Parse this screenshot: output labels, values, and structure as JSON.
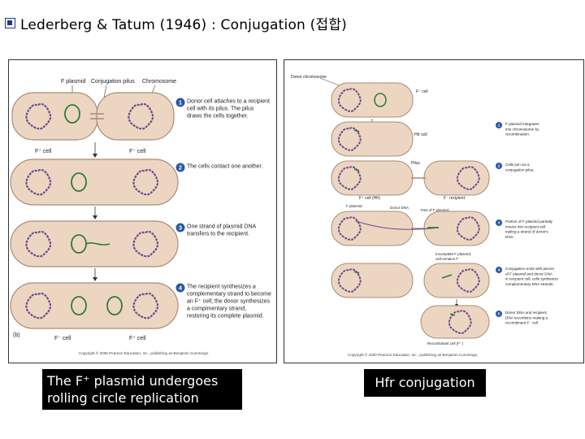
{
  "header": {
    "title": "Lederberg & Tatum (1946) : Conjugation (접합)"
  },
  "left_panel": {
    "top_labels": {
      "f_plasmid": "F plasmid",
      "pilus": "Conjugation pilus",
      "chromosome": "Chromosome"
    },
    "cell_labels": {
      "f_plus": "F⁺ cell",
      "f_minus": "F⁻ cell"
    },
    "steps": [
      {
        "num": "1",
        "lines": [
          "Donor cell attaches to a recipient",
          "cell with its pilus. The pilus",
          "draws the cells together."
        ]
      },
      {
        "num": "2",
        "lines": [
          "The cells contact one another."
        ]
      },
      {
        "num": "3",
        "lines": [
          "One strand of plasmid DNA",
          "transfers to the recipient."
        ]
      },
      {
        "num": "4",
        "lines": [
          "The recipient synthesizes a",
          "complementary strand to become",
          "an F⁺ cell; the donor synthesizes",
          "a compimentary strand,",
          "restoring its complete plasmid."
        ]
      }
    ],
    "panel_letter": "(b)",
    "bottom_labels": {
      "left": "F⁻ cell",
      "right": "F⁺ cell"
    },
    "copyright": "Copyright © 2006 Pearson Education, Inc., publishing as Benjamin Cummings."
  },
  "right_panel": {
    "labels": {
      "donor_chromosome": "Donor chromosome",
      "f_plus_cell": "F⁺ cell",
      "hfr_cell": "Hfr cell",
      "pilus": "Pilus",
      "f_plus_hfr": "F⁺ cell (Hfr)",
      "f_recipient": "F⁻ recipient",
      "f_plasmid": "F plasmid",
      "donor_dna": "Donor DNA",
      "part_of_f_plasmid": "Part of F plasmid",
      "incomplete_line1": "Incomplete F plasmid;",
      "incomplete_line2": "cell remains F⁻",
      "recombinant": "Recombinant cell (F⁻)"
    },
    "steps": [
      {
        "num": "1",
        "lines": [
          "F plasmid integrates",
          "into chromosome by",
          "recombination."
        ]
      },
      {
        "num": "2",
        "lines": [
          "Cells join via a",
          "conjugation pilus."
        ]
      },
      {
        "num": "3",
        "lines": [
          "Portion of F plasmid partially",
          "moves into recipient cell",
          "trailing a strand of donor's",
          "DNA."
        ]
      },
      {
        "num": "4",
        "lines": [
          "Conjugation ends with pieces",
          "of F plasmid and donor DNA",
          "in recipient cell; cells synthesize",
          "complementary DNA strands."
        ]
      },
      {
        "num": "5",
        "lines": [
          "Donor DNA and recipient",
          "DNA recombine making a",
          "recombinant F⁻ cell."
        ]
      }
    ],
    "copyright": "Copyright © 2000 Pearson Education, Inc., publishing as Benjamin Cummings."
  },
  "captions": {
    "left": [
      "The F⁺ plasmid undergoes",
      "rolling circle replication"
    ],
    "right": "Hfr conjugation"
  },
  "colors": {
    "cell_fill": "#ecd6c2",
    "cell_stroke": "#a88c78",
    "chromosome": "#6b4c8f",
    "plasmid": "#2f7a3a",
    "step_circle": "#2b58a6"
  }
}
